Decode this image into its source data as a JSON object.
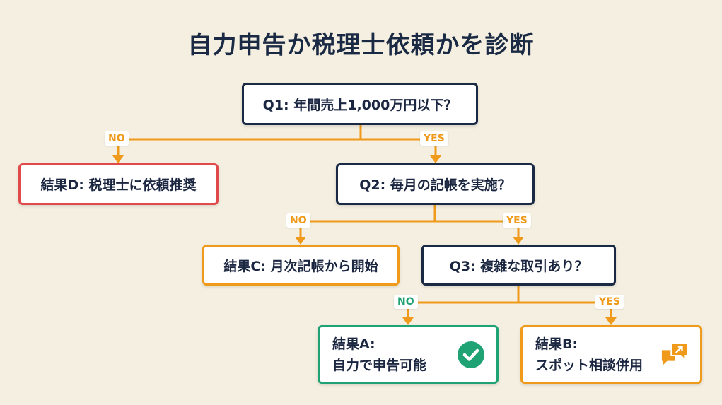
{
  "title": "自力申告か税理士依頼かを診断",
  "nodes": {
    "q1": "Q1: 年間売上1,000万円以下？",
    "q2": "Q2: 毎月の記帳を実施？",
    "q3": "Q3: 複雑な取引あり？",
    "result_d": "結果D: 税理士に依頼推奨",
    "result_c": "結果C: 月次記帳から開始",
    "result_a_line1": "結果A:",
    "result_a_line2": "自力で申告可能",
    "result_b_line1": "結果B:",
    "result_b_line2": "スポット相談併用"
  },
  "labels": {
    "no": "NO",
    "yes": "YES"
  },
  "icons": {
    "result_a": "check-circle-icon",
    "result_b": "chat-bubbles-icon"
  },
  "colors": {
    "navy": "#1b2a44",
    "orange": "#ef9a1a",
    "red": "#e04a4a",
    "green": "#1fa374",
    "background": "#f4efe0"
  }
}
